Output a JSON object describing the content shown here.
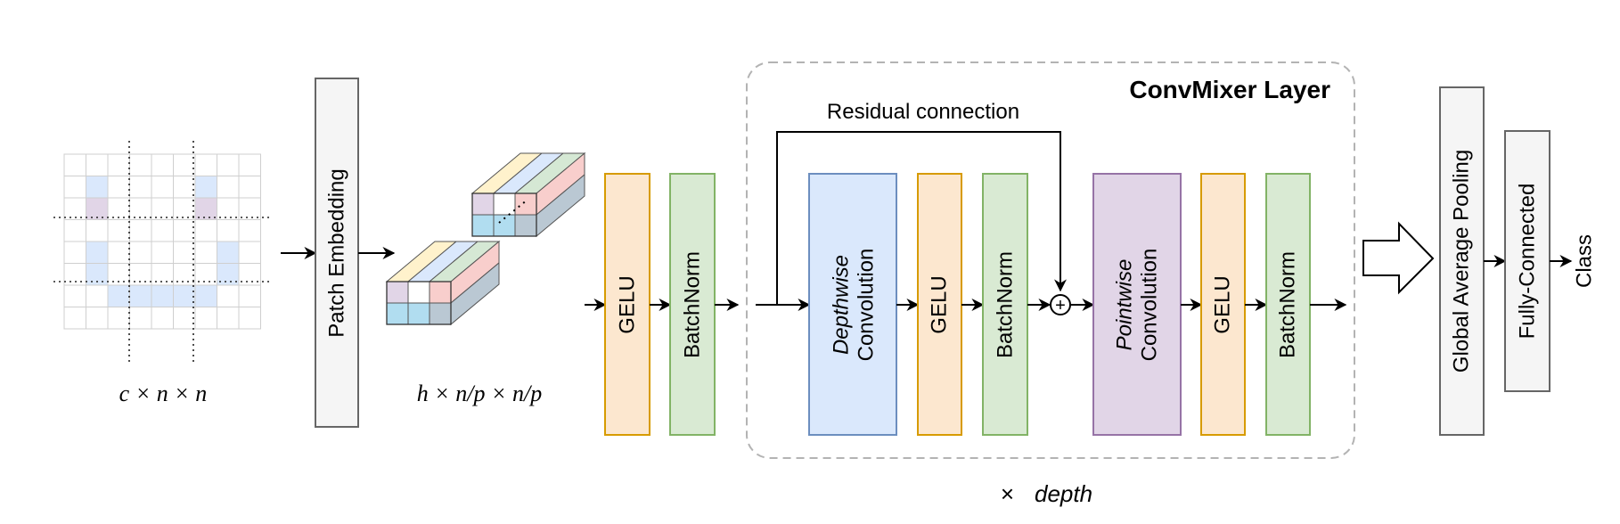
{
  "input": {
    "shape_label": "c × n × n",
    "pixel_grid": {
      "rows": 8,
      "cols": 9,
      "highlight_blue": [
        [
          1,
          1
        ],
        [
          1,
          6
        ],
        [
          2,
          1
        ],
        [
          2,
          6
        ],
        [
          4,
          1
        ],
        [
          4,
          7
        ],
        [
          5,
          1
        ],
        [
          5,
          7
        ],
        [
          6,
          2
        ],
        [
          6,
          3
        ],
        [
          6,
          4
        ],
        [
          6,
          5
        ],
        [
          6,
          6
        ]
      ],
      "highlight_purple": [
        [
          2,
          1
        ],
        [
          2,
          6
        ]
      ]
    }
  },
  "patch_embedding": {
    "label": "Patch Embedding"
  },
  "embedding": {
    "shape_label": "h × n/p × n/p"
  },
  "stem": [
    {
      "label": "GELU",
      "kind": "gelu"
    },
    {
      "label": "BatchNorm",
      "kind": "batchnorm"
    }
  ],
  "layer": {
    "title": "ConvMixer Layer",
    "residual_label": "Residual connection",
    "repeat_symbol": "×",
    "repeat_label": "depth",
    "add_symbol": "+",
    "blocks": [
      {
        "italic": "Depthwise",
        "label": "Convolution",
        "kind": "depthwise"
      },
      {
        "label": "GELU",
        "kind": "gelu"
      },
      {
        "label": "BatchNorm",
        "kind": "batchnorm"
      },
      {
        "italic": "Pointwise",
        "label": "Convolution",
        "kind": "pointwise"
      },
      {
        "label": "GELU",
        "kind": "gelu"
      },
      {
        "label": "BatchNorm",
        "kind": "batchnorm"
      }
    ]
  },
  "head": {
    "pooling_label": "Global Average Pooling",
    "fc_label": "Fully-Connected",
    "output_label": "Class"
  },
  "colors": {
    "gelu_fill": "#fce7cf",
    "gelu_stroke": "#d79b00",
    "batchnorm_fill": "#d9ead3",
    "batchnorm_stroke": "#82b366",
    "depthwise_fill": "#dae8fc",
    "depthwise_stroke": "#6c8ebf",
    "pointwise_fill": "#e1d5e7",
    "pointwise_stroke": "#9673a6",
    "neutral_fill": "#f5f5f5",
    "neutral_stroke": "#666666",
    "layer_border": "#b3b3b3",
    "cube_yellow": "#fff2cc",
    "cube_blue": "#dae8fc",
    "cube_green": "#d5e8d4",
    "cube_purple": "#e1d5e7",
    "cube_red": "#f8cecc",
    "cube_teal": "#b1ddf0",
    "cube_slate": "#bac8d3"
  }
}
